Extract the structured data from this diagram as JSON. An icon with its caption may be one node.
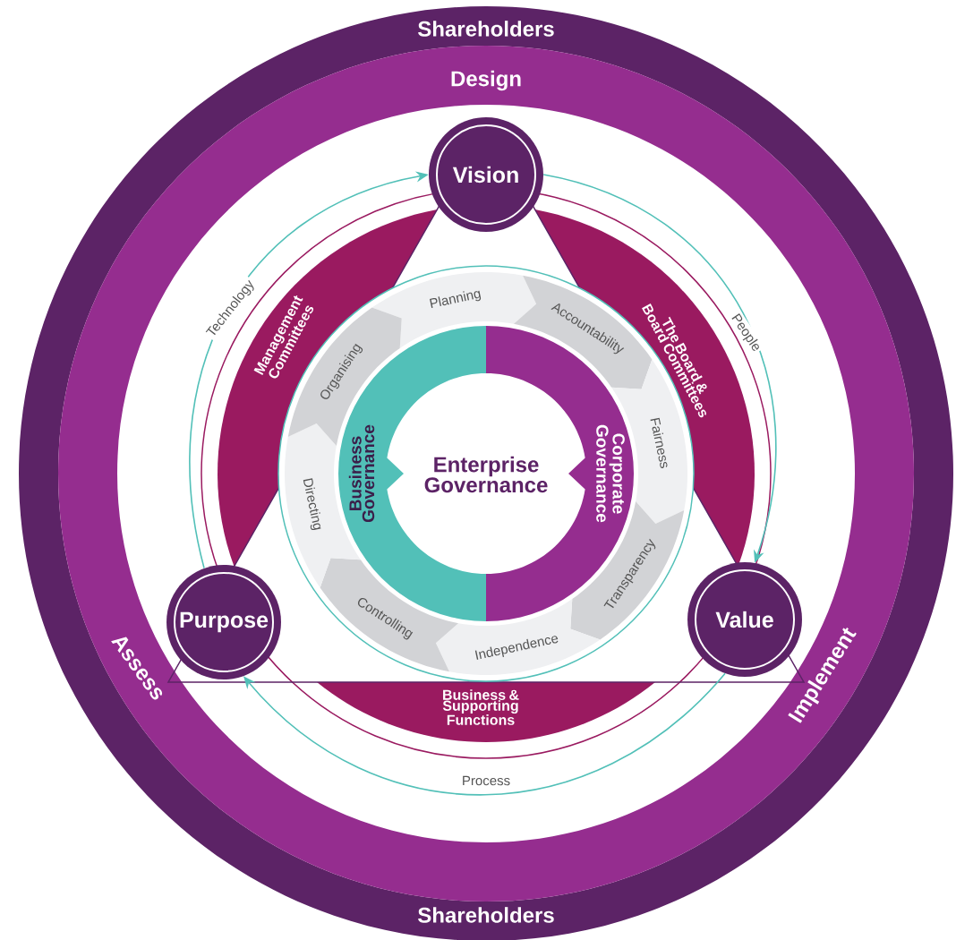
{
  "diagram": {
    "nodes": [
      {
        "text": [
          "Vision"
        ]
      },
      {
        "text": [
          "Value"
        ]
      },
      {
        "text": [
          "Purpose"
        ]
      },
      {
        "text": [
          "Management Committees"
        ]
      },
      {
        "text": [
          "The Board & Board Committees"
        ]
      },
      {
        "text": [
          "Business & Supporting Functions"
        ]
      },
      {
        "text": [
          "Planning"
        ]
      },
      {
        "text": [
          "Accountability"
        ]
      },
      {
        "text": [
          "Fairness"
        ]
      },
      {
        "text": [
          "Transparency"
        ]
      },
      {
        "text": [
          "Independence"
        ]
      },
      {
        "text": [
          "Controlling"
        ]
      },
      {
        "text": [
          "Directing"
        ]
      },
      {
        "text": [
          "Organising"
        ]
      },
      {
        "text": [
          "Business Governance"
        ]
      },
      {
        "text": [
          "Corporate Governance"
        ]
      },
      {
        "text": [
          "Enterprise Governance"
        ]
      }
    ],
    "edges": [
      {
        "from": 2,
        "to": 0,
        "arrow": "to",
        "label": "Technology"
      },
      {
        "from": 0,
        "to": 1,
        "arrow": "to",
        "label": "People"
      },
      {
        "from": 1,
        "to": 2,
        "arrow": "to",
        "label": "Process"
      }
    ],
    "labels": [
      "Shareholders",
      "Design",
      "Assess",
      "Implement",
      "Shareholders"
    ]
  }
}
